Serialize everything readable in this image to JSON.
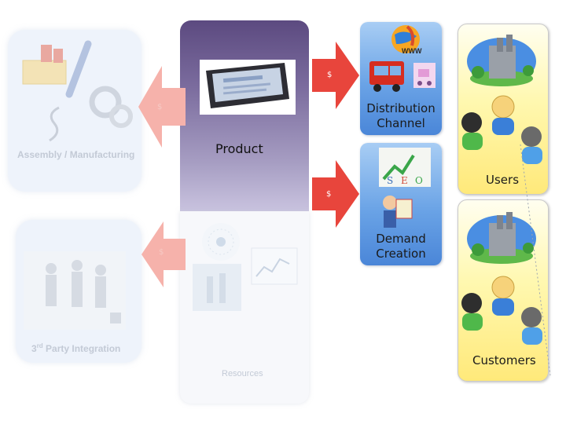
{
  "assembly": {
    "label": "Assembly / Manufacturing"
  },
  "third_party": {
    "label_prefix": "3",
    "label_sup": "rd",
    "label_suffix": " Party Integration"
  },
  "product": {
    "label": "Product"
  },
  "resources": {
    "label": "Resources"
  },
  "arrows": {
    "to_distribution": "$",
    "to_assembly": "$",
    "to_demand": "$",
    "to_third_party": "$"
  },
  "distribution": {
    "line1": "Distribution",
    "line2": "Channel",
    "www": "WWW"
  },
  "demand": {
    "line1": "Demand",
    "line2": "Creation"
  },
  "users": {
    "label": "Users"
  },
  "customers": {
    "label": "Customers"
  },
  "colors": {
    "arrow_active": "#e8453c",
    "arrow_faded": "#f6b2ab",
    "product_purple": "#5c4a80",
    "channel_blue": "#6aa3e6",
    "audience_yellow": "#fff8b0"
  }
}
